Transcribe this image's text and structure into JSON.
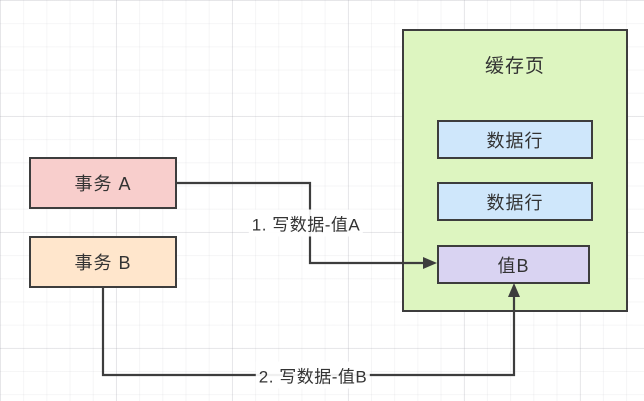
{
  "diagram": {
    "nodes": {
      "transaction_a": {
        "label": "事务 A"
      },
      "transaction_b": {
        "label": "事务 B"
      },
      "cache_page": {
        "label": "缓存页"
      },
      "data_row_1": {
        "label": "数据行"
      },
      "data_row_2": {
        "label": "数据行"
      },
      "value_b": {
        "label": "值B"
      }
    },
    "edges": {
      "write_a": {
        "label": "1. 写数据-值A"
      },
      "write_b": {
        "label": "2. 写数据-值B"
      }
    },
    "colors": {
      "transaction-a-fill": "#f8cecc",
      "transaction-b-fill": "#ffe6cc",
      "cache-page-fill": "#ddf5c0",
      "data-row-fill": "#cfe7fb",
      "value-b-fill": "#d9d3f2",
      "stroke": "#3d3d3d",
      "text": "#333333"
    }
  }
}
